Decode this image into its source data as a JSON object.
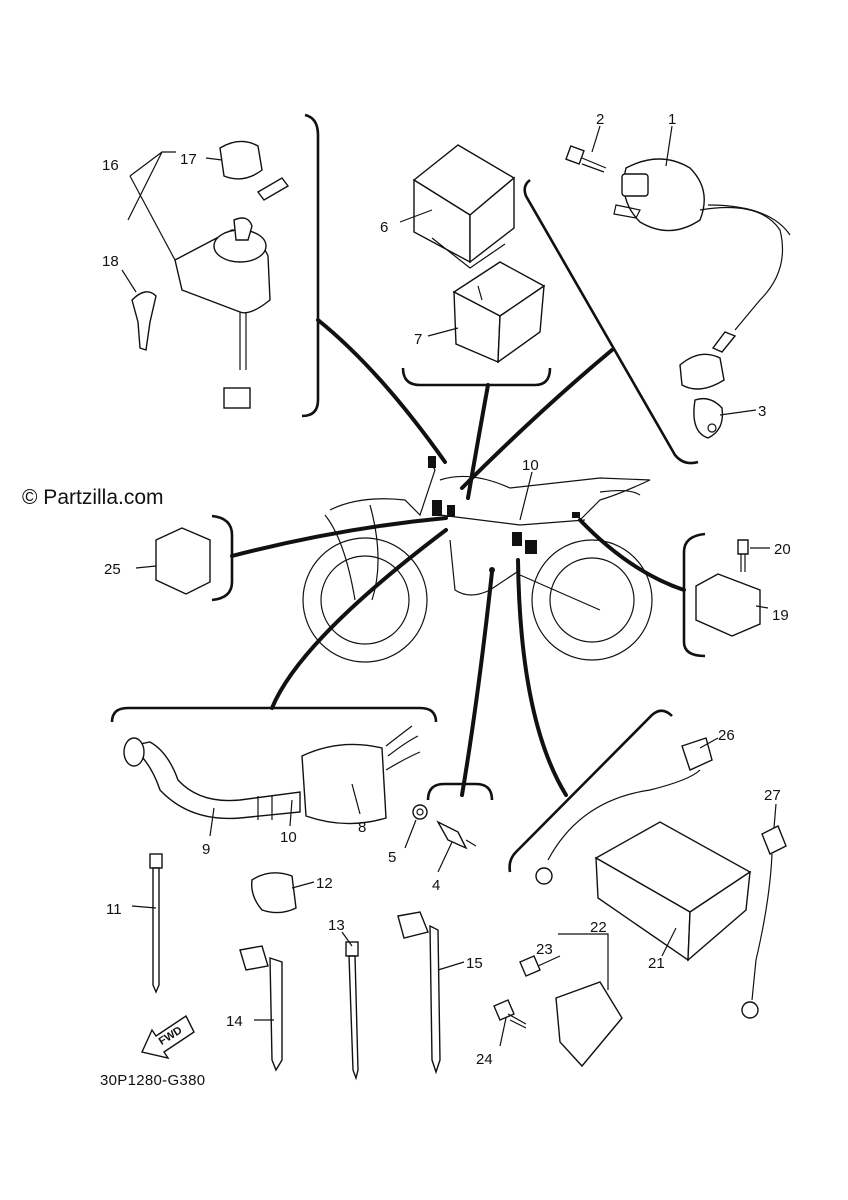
{
  "watermark": "© Partzilla.com",
  "diagram_code": "30P1280-G380",
  "fwd_label": "FWD",
  "callouts": {
    "c1": "1",
    "c2": "2",
    "c3": "3",
    "c4": "4",
    "c5": "5",
    "c6": "6",
    "c7": "7",
    "c8": "8",
    "c9": "9",
    "c10a": "10",
    "c10b": "10",
    "c11": "11",
    "c12": "12",
    "c13": "13",
    "c14": "14",
    "c15": "15",
    "c16": "16",
    "c17": "17",
    "c18": "18",
    "c19": "19",
    "c20": "20",
    "c21": "21",
    "c22": "22",
    "c23": "23",
    "c24": "24",
    "c25": "25",
    "c26": "26",
    "c27": "27"
  }
}
